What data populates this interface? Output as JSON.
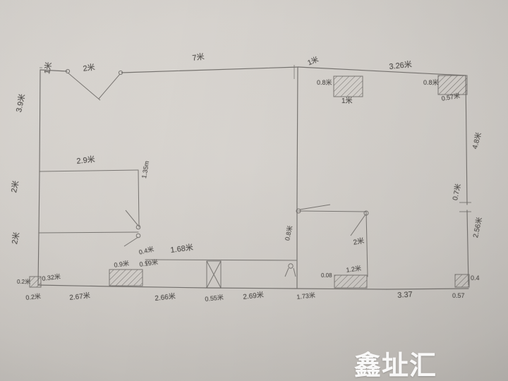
{
  "document": {
    "kind": "hand-drawn-floor-plan-photo",
    "watermark": "鑫址汇"
  },
  "dimensions": {
    "top_left_door": "1米",
    "top_left_door2": "2米",
    "left_outer_wall": "3.9米",
    "top_wall": "7米",
    "right_top_offset": "1米",
    "right_top_span": "3.26米",
    "window_left_width": "0.8米",
    "window_left_depth": "1米",
    "window_right_width": "0.8米",
    "window_right_depth": "0.57米",
    "right_wall_upper": "4.8米",
    "right_wall_gap": "0.7米",
    "right_wall_lower": "2.56米",
    "inner_room_top": "2.9米",
    "inner_room_right": "1.35m",
    "left_mid_wall": "2米",
    "left_low_wall": "2米",
    "inner_door": "0.4米",
    "corridor": "1.68米",
    "bottom_left_box_left": "0.2米",
    "bottom_left_box_width": "0.32米",
    "bottom_left_run": "0.2米",
    "bottom_run_2": "2.67米",
    "bottom_hatch_width": "0.9米",
    "bottom_hatch_right": "0.19米",
    "bottom_run_3": "2.66米",
    "column_width": "0.55米",
    "bottom_run_4": "2.69米",
    "right_room_left_wall": "0.8米",
    "right_room_door": "2米",
    "bottom_right_offset": "1.73米",
    "bottom_right_hatch_left": "0.08",
    "bottom_right_hatch_width": "1.2米",
    "bottom_right_run": "3.37",
    "bottom_right_corner_w": "0.4",
    "bottom_right_corner_d": "0.57"
  }
}
